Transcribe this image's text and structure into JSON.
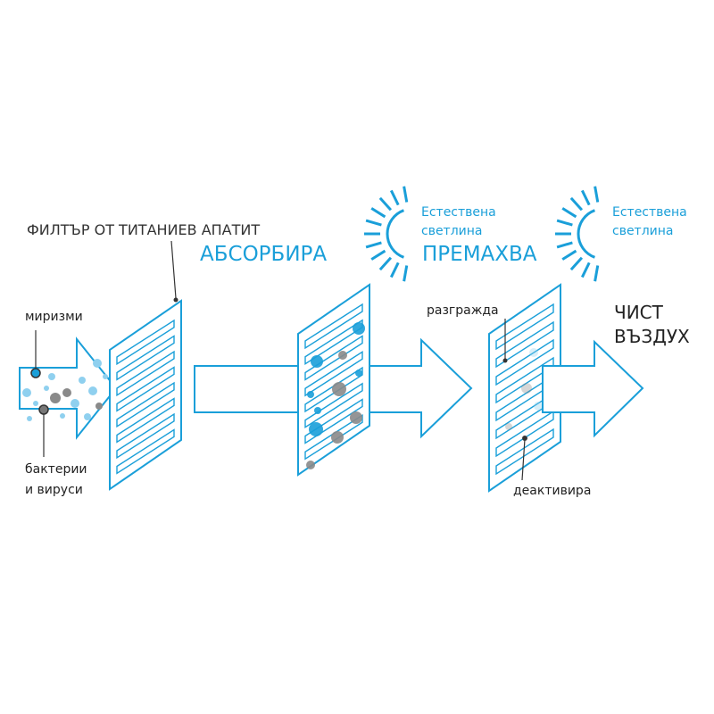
{
  "labels": {
    "filter_title": "ФИЛТЪР ОТ ТИТАНИЕВ АПАТИТ",
    "absorbs": "АБСОРБИРА",
    "removes": "ПРЕМАХВА",
    "natural_light_1": [
      "Естествена",
      "светлина"
    ],
    "natural_light_2": [
      "Естествена",
      "светлина"
    ],
    "odors": "миризми",
    "bacteria": [
      "бактерии",
      "и вируси"
    ],
    "decomposes": "разгражда",
    "deactivates": "деактивира",
    "clean_air": [
      "ЧИСТ",
      "ВЪЗДУХ"
    ]
  },
  "colors": {
    "accent_blue": "#1a9fd9",
    "light_blue": "#8fd0ef",
    "dark_gray": "#4a4a4a",
    "mid_gray": "#8a8a8a",
    "text_dark": "#222222"
  },
  "icons": [
    "sun-rays-icon",
    "sun-rays-icon"
  ]
}
